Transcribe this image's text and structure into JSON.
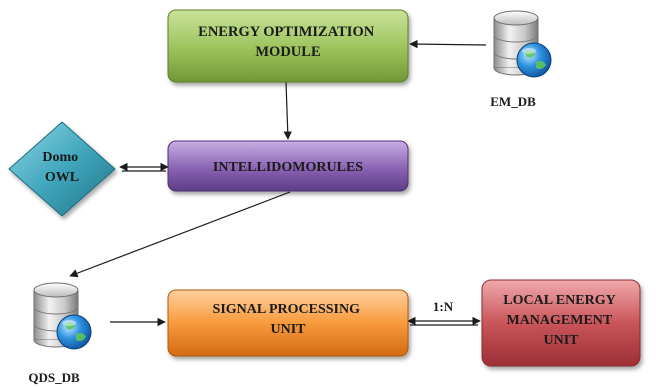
{
  "nodes": {
    "energy_optimization_module": {
      "lines": [
        "ENERGY OPTIMIZATION",
        "MODULE"
      ],
      "color": "#9bc25a"
    },
    "intellidomorules": {
      "lines": [
        "INTELLIDOMORULES"
      ],
      "color": "#8a63b3"
    },
    "domo_owl": {
      "lines": [
        "Domo",
        "OWL"
      ],
      "color": "#41a7bd"
    },
    "signal_processing_unit": {
      "lines": [
        "SIGNAL PROCESSING",
        "UNIT"
      ],
      "color": "#f79a3c"
    },
    "local_energy_management_unit": {
      "lines": [
        "LOCAL ENERGY",
        "MANAGEMENT",
        "UNIT"
      ],
      "color": "#c9555a"
    }
  },
  "databases": {
    "em_db": {
      "label": "EM_DB",
      "icon": "database-globe-icon"
    },
    "qds_db": {
      "label": "QDS_DB",
      "icon": "database-globe-icon"
    }
  },
  "edges": [
    {
      "from": "em_db",
      "to": "energy_optimization_module",
      "direction": "one-way"
    },
    {
      "from": "energy_optimization_module",
      "to": "intellidomorules",
      "direction": "one-way"
    },
    {
      "from": "domo_owl",
      "to": "intellidomorules",
      "direction": "two-way"
    },
    {
      "from": "intellidomorules",
      "to": "qds_db",
      "direction": "one-way"
    },
    {
      "from": "qds_db",
      "to": "signal_processing_unit",
      "direction": "one-way"
    },
    {
      "from": "signal_processing_unit",
      "to": "local_energy_management_unit",
      "direction": "two-way",
      "label": "1:N"
    }
  ]
}
